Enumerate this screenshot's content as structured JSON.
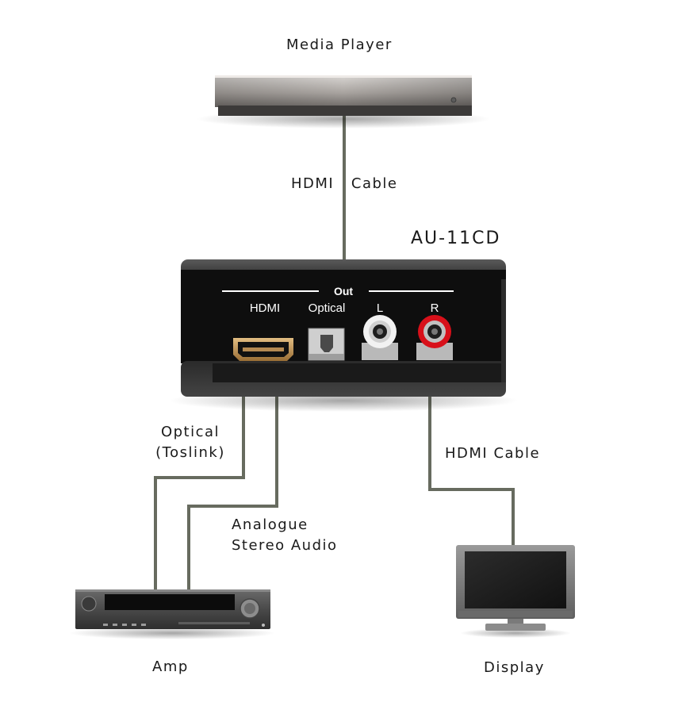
{
  "labels": {
    "media_player": "Media Player",
    "hdmi_cable_top": "HDMI   Cable",
    "device_model": "AU-11CD",
    "optical_line1": "Optical",
    "optical_line2": "(Toslink)",
    "analogue_line1": "Analogue",
    "analogue_line2": "Stereo Audio",
    "hdmi_cable_bottom": "HDMI Cable",
    "amp": "Amp",
    "display": "Display"
  },
  "device_panel": {
    "out": "Out",
    "hdmi": "HDMI",
    "optical": "Optical",
    "left": "L",
    "right": "R"
  },
  "colors": {
    "cable": "#676b5f",
    "device_body": "#0e0e0e",
    "device_top": "#4a4a4a",
    "rca_left": "#f2f2f2",
    "rca_right": "#d8101a",
    "hdmi_port": "#c89a5a"
  }
}
